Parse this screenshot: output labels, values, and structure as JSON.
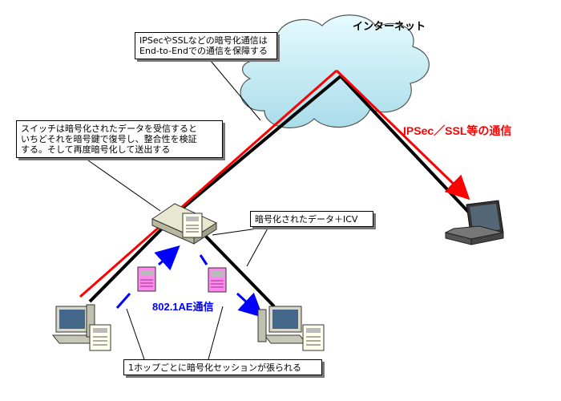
{
  "labels": {
    "internet": "インターネット",
    "ipsec_ssl": "IPSec／SSL等の通信",
    "macsec": "802.1AE通信"
  },
  "callouts": {
    "e2e": [
      "IPSecやSSLなどの暗号化通信は",
      "End-to-Endでの通信を保障する"
    ],
    "switch": [
      "スイッチは暗号化されたデータを受信すると",
      "いちどそれを暗号鍵で復号し、整合性を検証",
      "する。そして再度暗号化して送出する"
    ],
    "icv": "暗号化されたデータ＋ICV",
    "hop": "1ホップごとに暗号化セッションが張られる"
  },
  "colors": {
    "ipsec_line": "#ff0000",
    "link_line": "#000000",
    "macsec_arrow": "#0000ff",
    "cloud_fill": "#c9eef7",
    "encrypted_doc": "#ff88ee",
    "ipsec_label": "#ff0000",
    "macsec_label": "#0000ff"
  }
}
